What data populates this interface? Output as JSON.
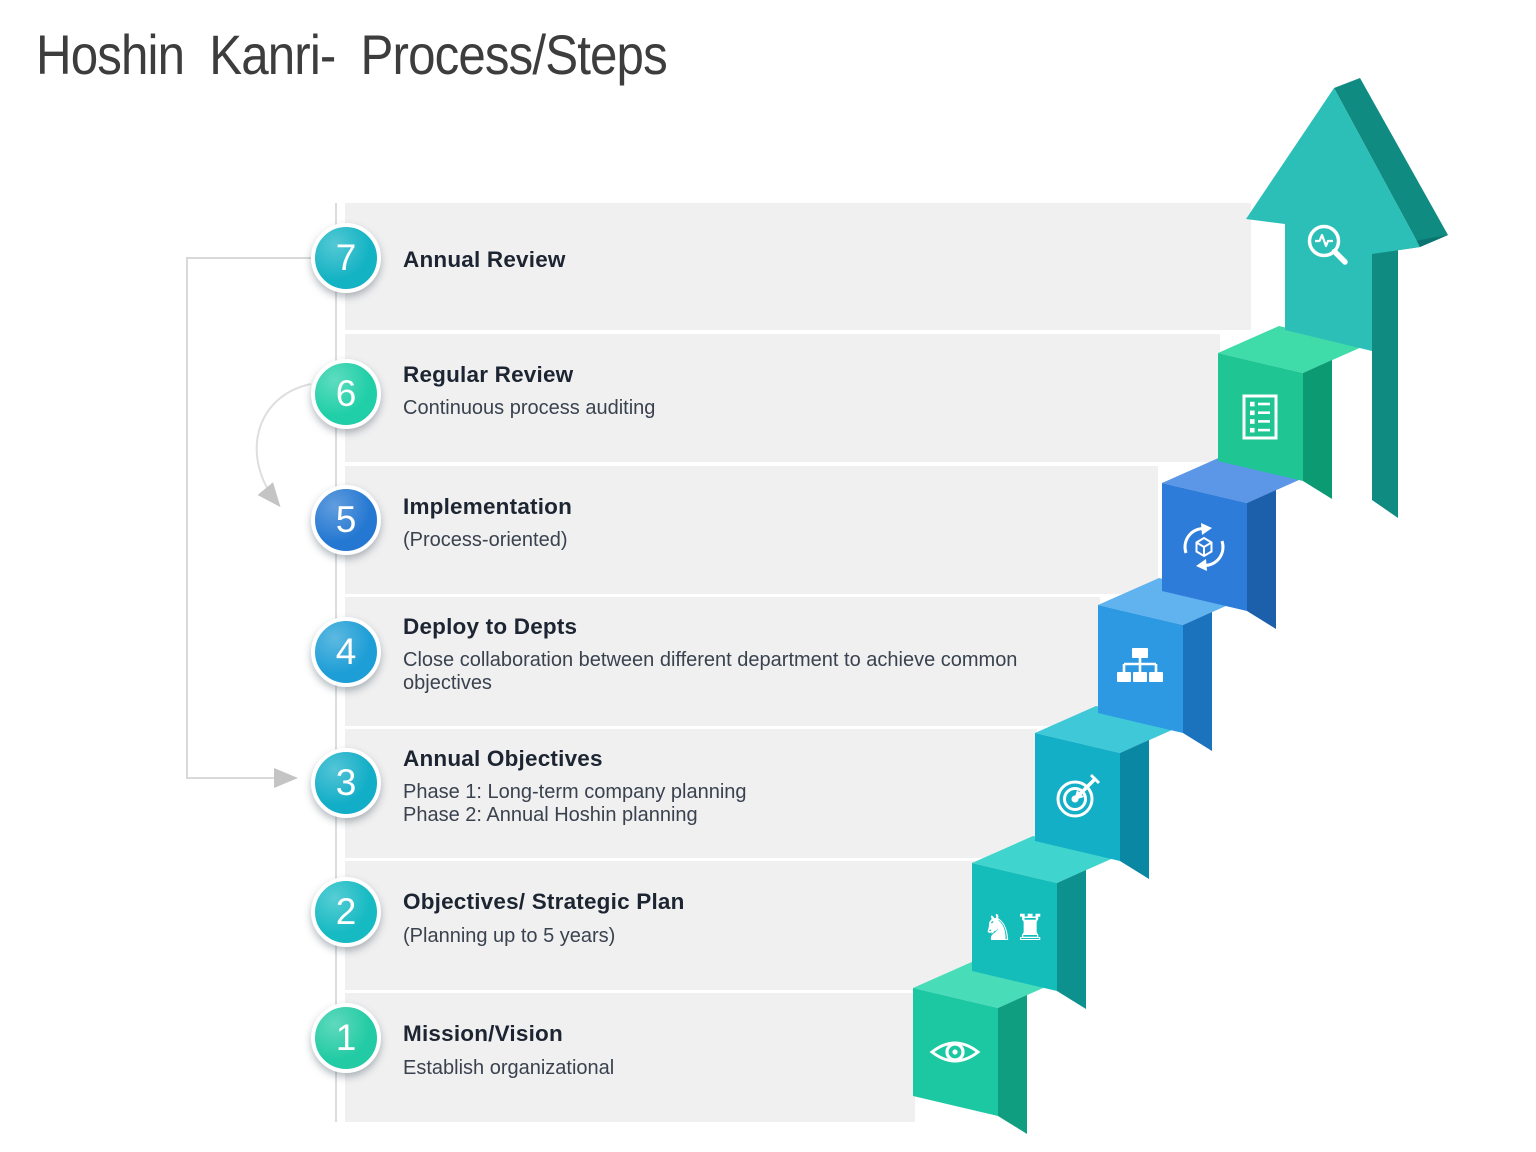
{
  "heading": "Hoshin Kanri- Process/Steps",
  "steps": [
    {
      "number": "7",
      "title": "Annual Review",
      "details": [],
      "badge_color": "#13b3c4"
    },
    {
      "number": "6",
      "title": "Regular Review",
      "details": [
        "Continuous process auditing"
      ],
      "badge_color": "#20cfa7"
    },
    {
      "number": "5",
      "title": "Implementation",
      "details": [
        "(Process-oriented)"
      ],
      "badge_color": "#2578d2"
    },
    {
      "number": "4",
      "title": "Deploy to Depts",
      "details": [
        "Close collaboration between different department to achieve common objectives"
      ],
      "badge_color": "#1e9ed6"
    },
    {
      "number": "3",
      "title": "Annual Objectives",
      "details": [
        "Phase 1: Long-term company planning",
        "Phase 2: Annual Hoshin planning"
      ],
      "badge_color": "#12aec7"
    },
    {
      "number": "2",
      "title": "Objectives/ Strategic Plan",
      "details": [
        "(Planning up to 5 years)"
      ],
      "badge_color": "#16bac3"
    },
    {
      "number": "1",
      "title": "Mission/Vision",
      "details": [
        "Establish organizational"
      ],
      "badge_color": "#22cba4"
    }
  ],
  "staircase": {
    "blocks": [
      {
        "step": "1",
        "icon": "eye-icon",
        "front": "#1bc8a2",
        "top": "#49dcb9",
        "side": "#0f9f80"
      },
      {
        "step": "2",
        "icon": "chess-strategy-icon",
        "front": "#15bdba",
        "top": "#40d4ce",
        "side": "#0c918e",
        "glyphs": "♞♜"
      },
      {
        "step": "3",
        "icon": "target-icon",
        "front": "#12afc7",
        "top": "#3ec8d8",
        "side": "#0a87a2"
      },
      {
        "step": "4",
        "icon": "org-chart-icon",
        "front": "#2c99e2",
        "top": "#60b3ee",
        "side": "#1b73be"
      },
      {
        "step": "5",
        "icon": "process-cycle-icon",
        "front": "#2e7cd9",
        "top": "#5b97e6",
        "side": "#1c5fab"
      },
      {
        "step": "6",
        "icon": "checklist-icon",
        "front": "#1fc694",
        "top": "#3fdba8",
        "side": "#0c9a73"
      }
    ],
    "arrow": {
      "step": "7",
      "icon": "magnifier-pulse-icon",
      "front": "#2bbfb7",
      "side": "#0f8b82",
      "underside": "#0a7470"
    }
  },
  "colors": {
    "row_bg": "#f0f0f1",
    "page_bg": "#ffffff",
    "title_text": "#1c2531",
    "detail_text": "#39424e",
    "heading_text": "#3d3d3d",
    "connector": "#d9d9d9",
    "connector_head": "#c4c4c4"
  }
}
